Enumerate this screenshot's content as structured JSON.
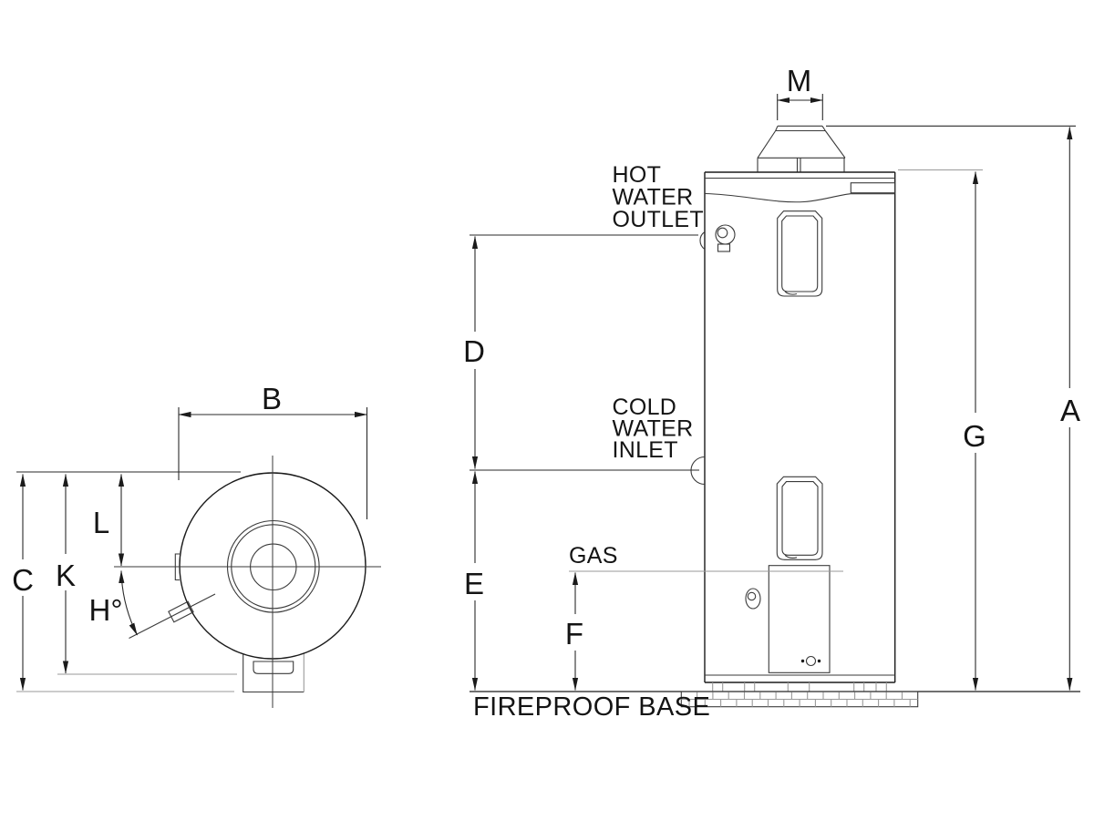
{
  "top_view": {
    "dims": {
      "b": "B",
      "c": "C",
      "k": "K",
      "l": "L",
      "h": "H°"
    }
  },
  "side_view": {
    "dims": {
      "m": "M",
      "a": "A",
      "g": "G",
      "d": "D",
      "e": "E",
      "f": "F"
    },
    "labels": {
      "hot_water_outlet": [
        "HOT",
        "WATER",
        "OUTLET"
      ],
      "cold_water_inlet": [
        "COLD",
        "WATER",
        "INLET"
      ],
      "gas": "GAS",
      "fireproof_base": "FIREPROOF BASE"
    }
  }
}
